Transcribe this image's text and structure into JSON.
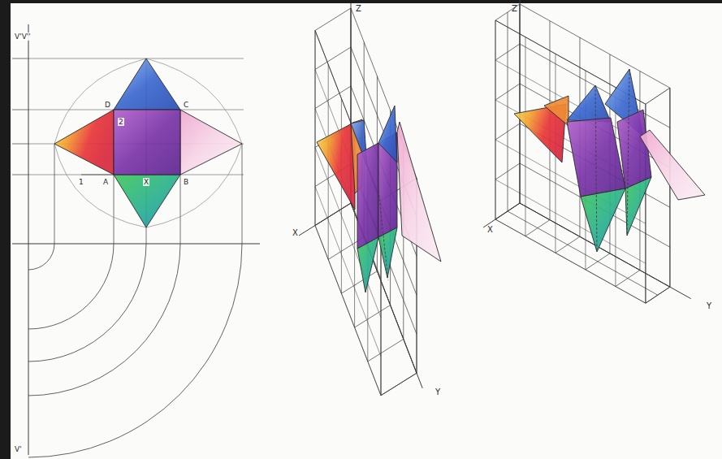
{
  "diagram": {
    "labels": [
      "V'V''",
      "D",
      "C",
      "2",
      "1",
      "A",
      "X",
      "B",
      "V'",
      "Z",
      "X",
      "Y",
      "Z",
      "X",
      "Y"
    ]
  }
}
